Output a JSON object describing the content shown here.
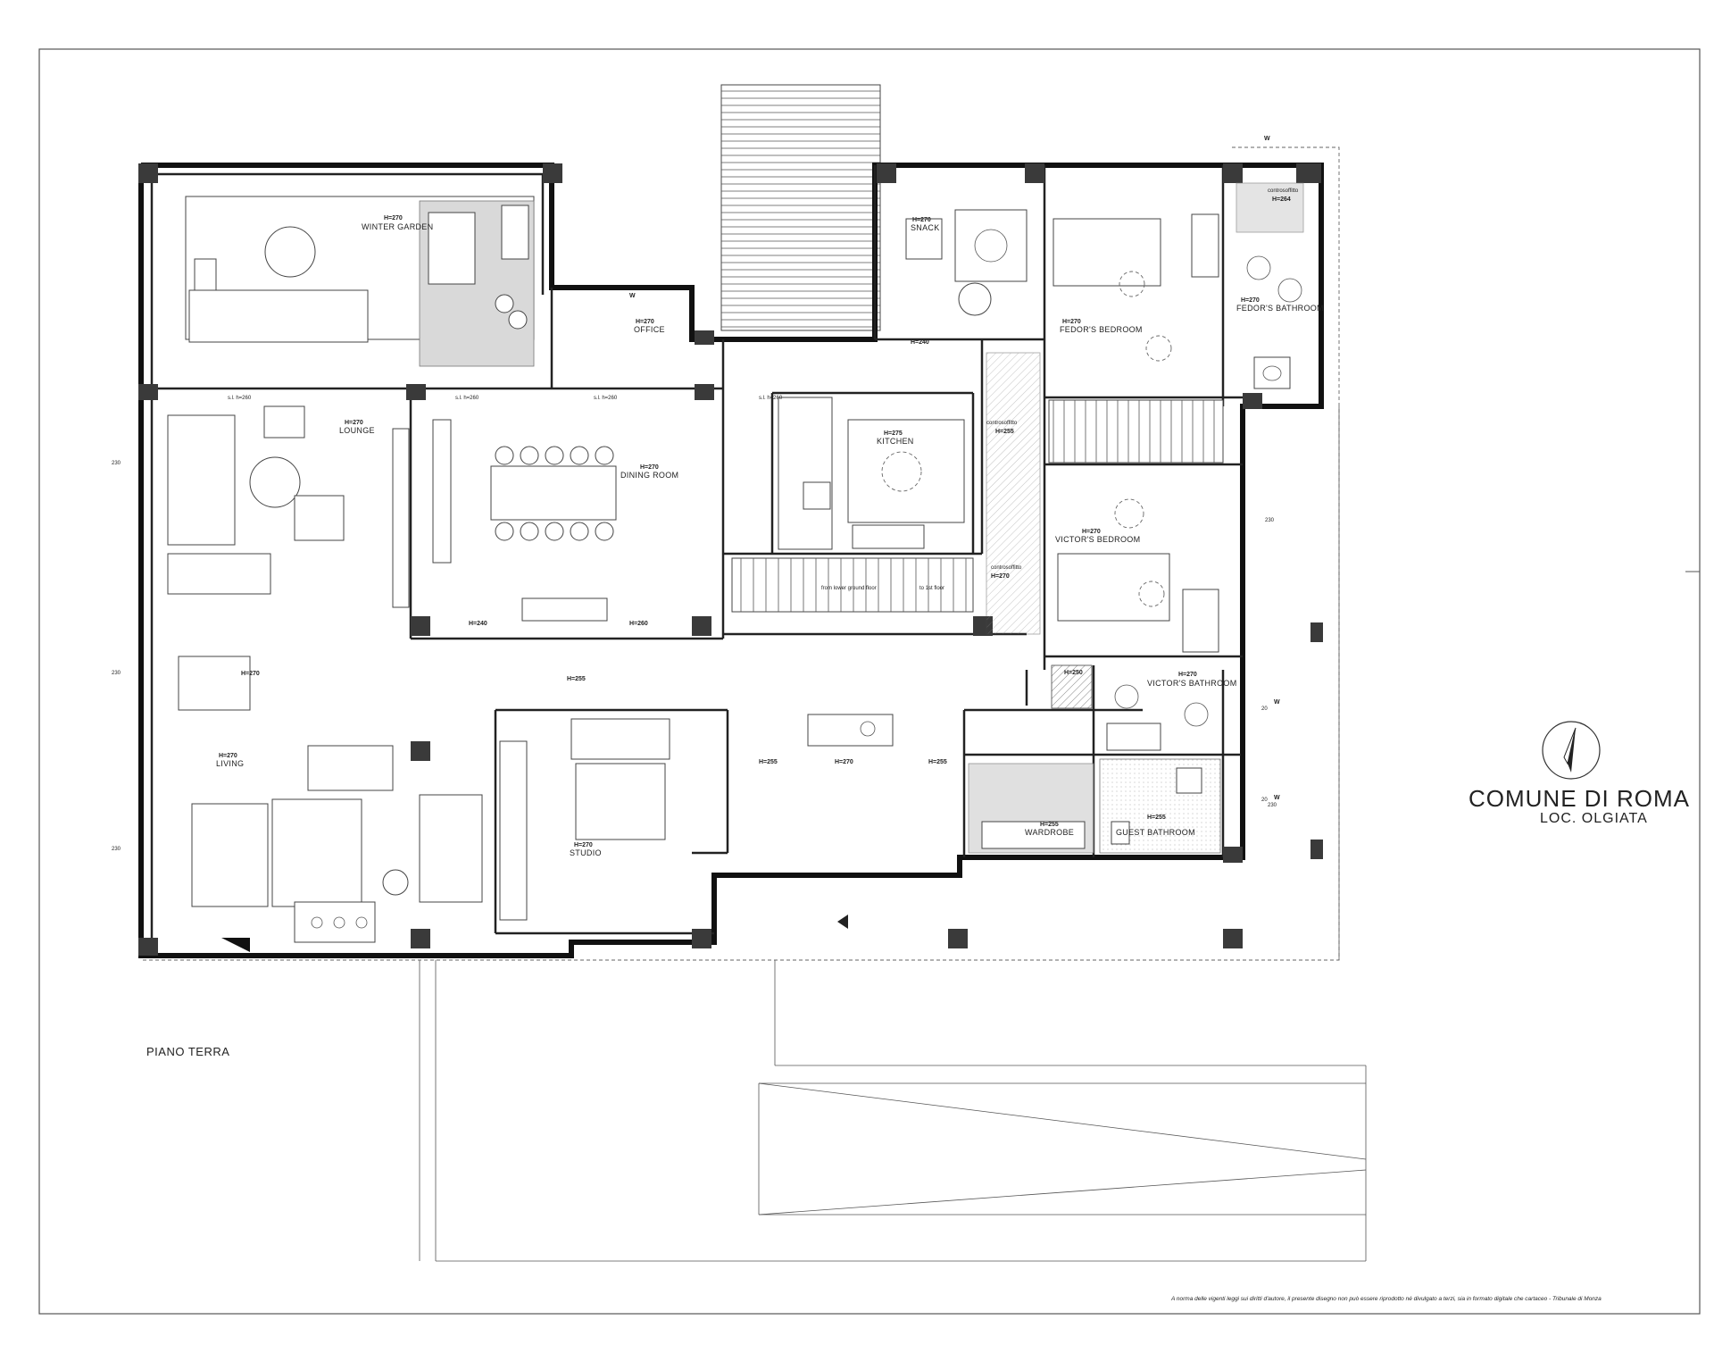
{
  "title_block": {
    "municipality": "COMUNE DI ROMA",
    "locality": "LOC. OLGIATA"
  },
  "plan_name": "PIANO TERRA",
  "copyright_note": "A norma delle vigenti leggi sui diritti d'autore, il presente disegno non può essere riprodotto né divulgato a terzi, sia in formato digitale che cartaceo - Tribunale di Monza",
  "rooms": {
    "winter_garden": {
      "label": "WINTER GARDEN",
      "height": "H=270"
    },
    "office": {
      "label": "OFFICE",
      "height": "H=270"
    },
    "snack": {
      "label": "SNACK",
      "height": "H=270"
    },
    "fedor_bedroom": {
      "label": "FEDOR'S BEDROOM",
      "height": "H=270"
    },
    "fedor_bathroom": {
      "label": "FEDOR'S BATHROOM",
      "height": "H=270"
    },
    "lounge": {
      "label": "LOUNGE",
      "height": "H=270"
    },
    "dining_room": {
      "label": "DINING ROOM",
      "height": "H=270"
    },
    "kitchen": {
      "label": "KITCHEN",
      "height": "H=275"
    },
    "victor_bedroom": {
      "label": "VICTOR'S BEDROOM",
      "height": "H=270"
    },
    "victor_bathroom": {
      "label": "VICTOR'S BATHROOM",
      "height": "H=270"
    },
    "living": {
      "label": "LIVING",
      "height": "H=270"
    },
    "studio": {
      "label": "STUDIO",
      "height": "H=270"
    },
    "wardrobe": {
      "label": "WARDROBE",
      "height": "H=255"
    },
    "guest_bathroom": {
      "label": "GUEST BATHROOM",
      "height": "H=255"
    }
  },
  "heights": {
    "h264": "H=264",
    "h240": "H=240",
    "h255": "H=255",
    "h260": "H=260",
    "h270": "H=270",
    "h250": "H=250",
    "controsoffitto": "controsoffitto",
    "sl_260_a": "s.l. h=260",
    "sl_260_b": "s.l. h=260",
    "sl_260_c": "s.l. h=260",
    "sl_260_d": "s.l. h=260"
  },
  "dimensions": {
    "d230_a": "230",
    "d230_b": "230",
    "d230_c": "230",
    "d230_d": "230",
    "d230_e": "230",
    "d20_a": "20",
    "d20_b": "20"
  },
  "stair_labels": {
    "down": "from lower ground floor",
    "up": "to 1st floor"
  },
  "wall_marks": {
    "w": "W"
  }
}
